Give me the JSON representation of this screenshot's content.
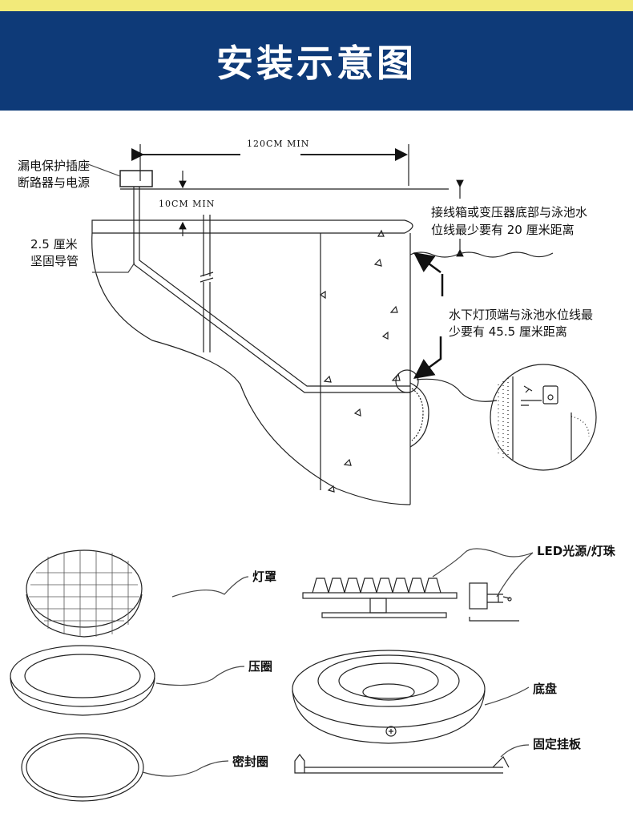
{
  "header": {
    "title": "安装示意图"
  },
  "install": {
    "dim_top": "120CM MIN",
    "dim_mid": "10CM MIN",
    "label_breaker_1": "漏电保护插座",
    "label_breaker_2": "断路器与电源",
    "label_conduit_1": "2.5 厘米",
    "label_conduit_2": "坚固导管",
    "label_junction_1": "接线箱或变压器底部与泳池水",
    "label_junction_2": "位线最少要有 20 厘米距离",
    "label_light_1": "水下灯顶端与泳池水位线最",
    "label_light_2": "少要有 45.5 厘米距离"
  },
  "parts": {
    "cover": "灯罩",
    "ring": "压圈",
    "seal": "密封圈",
    "led": "LED光源/灯珠",
    "base": "底盘",
    "bracket": "固定挂板"
  }
}
